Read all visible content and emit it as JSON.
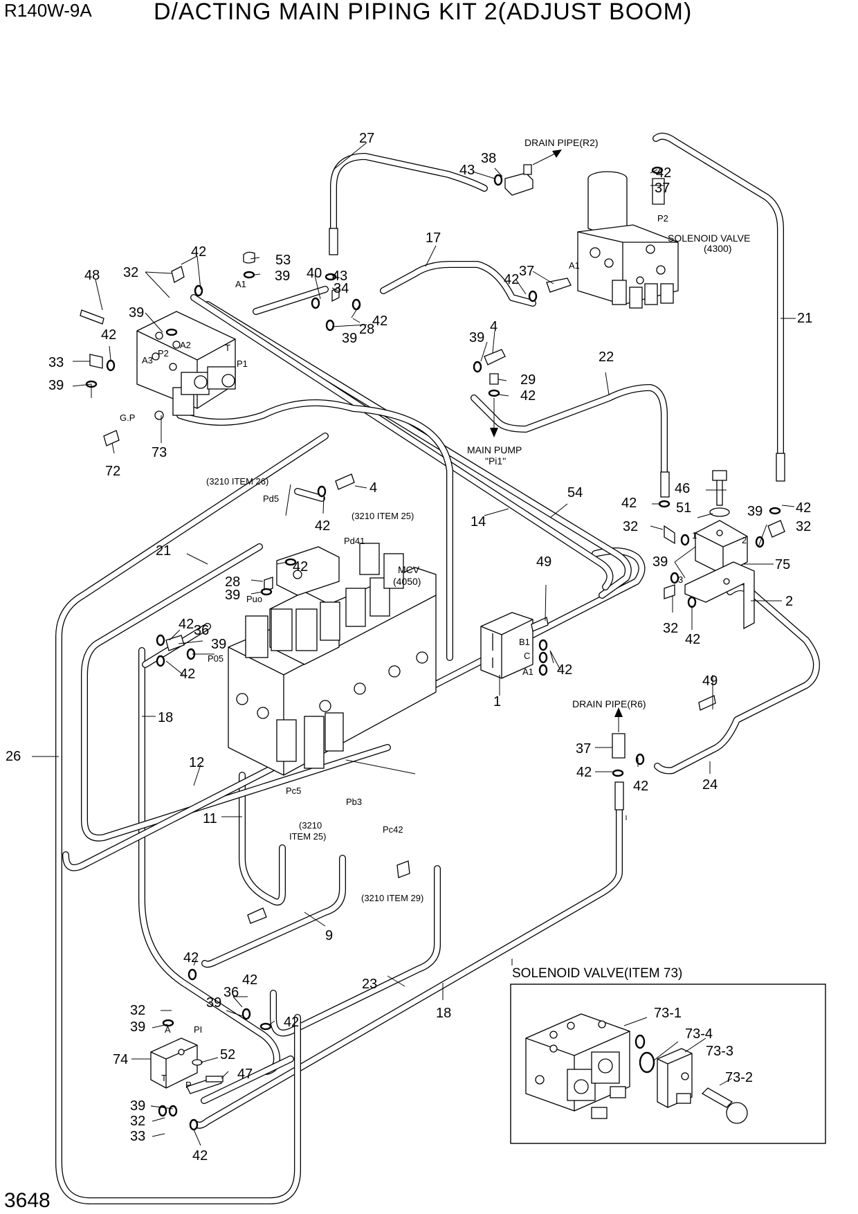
{
  "header": {
    "model": "R140W-9A",
    "title": "D/ACTING MAIN PIPING KIT 2(ADJUST BOOM)"
  },
  "footer": {
    "page_number": "3648"
  },
  "labels": {
    "drain_r2": "DRAIN PIPE(R2)",
    "drain_r6": "DRAIN PIPE(R6)",
    "solenoid_valve": "SOLENOID VALVE",
    "solenoid_code": "(4300)",
    "main_pump": "MAIN PUMP",
    "main_pump_port": "\"Pi1\"",
    "mcv": "MCV",
    "mcv_code": "(4050)",
    "ref_3210_26": "(3210 ITEM 26)",
    "ref_3210_25": "(3210 ITEM 25)",
    "ref_3210_25b_1": "(3210",
    "ref_3210_25b_2": "ITEM 25)",
    "ref_3210_29": "(3210 ITEM 29)",
    "inset_title": "SOLENOID VALVE(ITEM 73)"
  },
  "callouts": [
    {
      "id": "c27",
      "text": "27"
    },
    {
      "id": "c38",
      "text": "38"
    },
    {
      "id": "c43a",
      "text": "43"
    },
    {
      "id": "c42a",
      "text": "42"
    },
    {
      "id": "c37a",
      "text": "37"
    },
    {
      "id": "c17",
      "text": "17"
    },
    {
      "id": "c37b",
      "text": "37"
    },
    {
      "id": "c42b",
      "text": "42"
    },
    {
      "id": "c53",
      "text": "53"
    },
    {
      "id": "c39a",
      "text": "39"
    },
    {
      "id": "c40",
      "text": "40"
    },
    {
      "id": "c43b",
      "text": "43"
    },
    {
      "id": "c34",
      "text": "34"
    },
    {
      "id": "c42c",
      "text": "42"
    },
    {
      "id": "c28a",
      "text": "28"
    },
    {
      "id": "c39b",
      "text": "39"
    },
    {
      "id": "c48",
      "text": "48"
    },
    {
      "id": "c32a",
      "text": "32"
    },
    {
      "id": "c42d",
      "text": "42"
    },
    {
      "id": "c39c",
      "text": "39"
    },
    {
      "id": "c42e",
      "text": "42"
    },
    {
      "id": "c33a",
      "text": "33"
    },
    {
      "id": "c39d",
      "text": "39"
    },
    {
      "id": "c72",
      "text": "72"
    },
    {
      "id": "c73",
      "text": "73"
    },
    {
      "id": "c39e",
      "text": "39"
    },
    {
      "id": "c4a",
      "text": "4"
    },
    {
      "id": "c29",
      "text": "29"
    },
    {
      "id": "c42f",
      "text": "42"
    },
    {
      "id": "c22",
      "text": "22"
    },
    {
      "id": "c21a",
      "text": "21"
    },
    {
      "id": "c4b",
      "text": "4"
    },
    {
      "id": "c42g",
      "text": "42"
    },
    {
      "id": "c54",
      "text": "54"
    },
    {
      "id": "c14",
      "text": "14"
    },
    {
      "id": "c46",
      "text": "46"
    },
    {
      "id": "c42h",
      "text": "42"
    },
    {
      "id": "c51",
      "text": "51"
    },
    {
      "id": "c39f",
      "text": "39"
    },
    {
      "id": "c42i",
      "text": "42"
    },
    {
      "id": "c32b",
      "text": "32"
    },
    {
      "id": "c32c",
      "text": "32"
    },
    {
      "id": "c39g",
      "text": "39"
    },
    {
      "id": "c75",
      "text": "75"
    },
    {
      "id": "c2",
      "text": "2"
    },
    {
      "id": "c32d",
      "text": "32"
    },
    {
      "id": "c42j",
      "text": "42"
    },
    {
      "id": "c49a",
      "text": "49"
    },
    {
      "id": "c21b",
      "text": "21"
    },
    {
      "id": "c42k",
      "text": "42"
    },
    {
      "id": "c28b",
      "text": "28"
    },
    {
      "id": "c39h",
      "text": "39"
    },
    {
      "id": "c42l",
      "text": "42"
    },
    {
      "id": "c36a",
      "text": "36"
    },
    {
      "id": "c39i",
      "text": "39"
    },
    {
      "id": "c42m",
      "text": "42"
    },
    {
      "id": "c49b",
      "text": "49"
    },
    {
      "id": "c42n",
      "text": "42"
    },
    {
      "id": "c1",
      "text": "1"
    },
    {
      "id": "c18a",
      "text": "18"
    },
    {
      "id": "c26",
      "text": "26"
    },
    {
      "id": "c12",
      "text": "12"
    },
    {
      "id": "c11",
      "text": "11"
    },
    {
      "id": "c37c",
      "text": "37"
    },
    {
      "id": "c42o",
      "text": "42"
    },
    {
      "id": "c42p",
      "text": "42"
    },
    {
      "id": "c24",
      "text": "24"
    },
    {
      "id": "c9",
      "text": "9"
    },
    {
      "id": "c23",
      "text": "23"
    },
    {
      "id": "c18b",
      "text": "18"
    },
    {
      "id": "c42q",
      "text": "42"
    },
    {
      "id": "c42r",
      "text": "42"
    },
    {
      "id": "c32e",
      "text": "32"
    },
    {
      "id": "c39j",
      "text": "39"
    },
    {
      "id": "c36b",
      "text": "36"
    },
    {
      "id": "c39k",
      "text": "39"
    },
    {
      "id": "c42s",
      "text": "42"
    },
    {
      "id": "c74",
      "text": "74"
    },
    {
      "id": "c52",
      "text": "52"
    },
    {
      "id": "c47",
      "text": "47"
    },
    {
      "id": "c39l",
      "text": "39"
    },
    {
      "id": "c32f",
      "text": "32"
    },
    {
      "id": "c33b",
      "text": "33"
    },
    {
      "id": "c42t",
      "text": "42"
    },
    {
      "id": "c731",
      "text": "73-1"
    },
    {
      "id": "c734",
      "text": "73-4"
    },
    {
      "id": "c733",
      "text": "73-3"
    },
    {
      "id": "c732",
      "text": "73-2"
    }
  ],
  "ports": [
    {
      "id": "pA1a",
      "text": "A1"
    },
    {
      "id": "pA2",
      "text": "A2"
    },
    {
      "id": "pA3",
      "text": "A3"
    },
    {
      "id": "pP2a",
      "text": "P2"
    },
    {
      "id": "pT",
      "text": "T"
    },
    {
      "id": "pP1",
      "text": "P1"
    },
    {
      "id": "pGP",
      "text": "G.P"
    },
    {
      "id": "pP2b",
      "text": "P2"
    },
    {
      "id": "pA1b",
      "text": "A1"
    },
    {
      "id": "pPd5",
      "text": "Pd5"
    },
    {
      "id": "pPd41",
      "text": "Pd41"
    },
    {
      "id": "pPuo",
      "text": "Puo"
    },
    {
      "id": "pP05",
      "text": "P05"
    },
    {
      "id": "pPc5",
      "text": "Pc5"
    },
    {
      "id": "pPb3",
      "text": "Pb3"
    },
    {
      "id": "pPc42",
      "text": "Pc42"
    },
    {
      "id": "pB1",
      "text": "B1"
    },
    {
      "id": "pC",
      "text": "C"
    },
    {
      "id": "pA1c",
      "text": "A1"
    },
    {
      "id": "p1",
      "text": "1"
    },
    {
      "id": "p2",
      "text": "2"
    },
    {
      "id": "p3",
      "text": "3"
    },
    {
      "id": "pA",
      "text": "A"
    },
    {
      "id": "pPI",
      "text": "PI"
    },
    {
      "id": "pTb",
      "text": "T"
    },
    {
      "id": "pP",
      "text": "P"
    }
  ]
}
